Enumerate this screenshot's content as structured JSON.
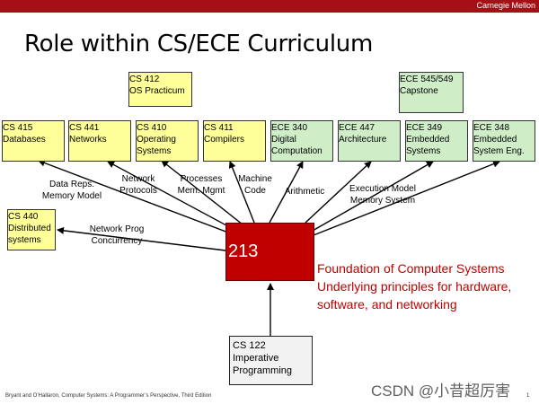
{
  "header": {
    "brand": "Carnegie Mellon"
  },
  "title": "Role within CS/ECE Curriculum",
  "courses": {
    "cs412": "CS 412\nOS Practicum",
    "ece545": "ECE 545/549\nCapstone",
    "cs415": "CS 415\nDatabases",
    "cs441": "CS 441\nNetworks",
    "cs410": "CS 410\nOperating\nSystems",
    "cs411": "CS 411\nCompilers",
    "ece340": "ECE 340\nDigital\nComputation",
    "ece447": "ECE 447\nArchitecture",
    "ece349": "ECE 349\nEmbedded\nSystems",
    "ece348": "ECE 348\nEmbedded\nSystem Eng.",
    "cs440": "CS 440\nDistributed\nsystems",
    "cs122": "CS 122\nImperative\n Programming",
    "core": "213"
  },
  "edge_labels": {
    "data_reps": "Data Reps.\nMemory Model",
    "network_protocols": "Network\nProtocols",
    "processes": "Processes\nMem. Mgmt",
    "machine_code": "Machine\nCode",
    "arithmetic": "Arithmetic",
    "execution_model": "Execution Model\nMemory System",
    "network_prog": "Network Prog\nConcurrency"
  },
  "foundation": {
    "line1": "Foundation of Computer Systems",
    "line2": "Underlying principles for hardware,",
    "line3": "software, and networking"
  },
  "footer": "Bryant and O’Hallaron, Computer Systems: A Programmer’s Perspective, Third Edition",
  "page_number": "1",
  "watermark": "CSDN @小昔超厉害",
  "colors": {
    "brand_red": "#a50f15",
    "core_red": "#c00000",
    "yellow": "#ffff99",
    "green": "#cfeec8"
  }
}
